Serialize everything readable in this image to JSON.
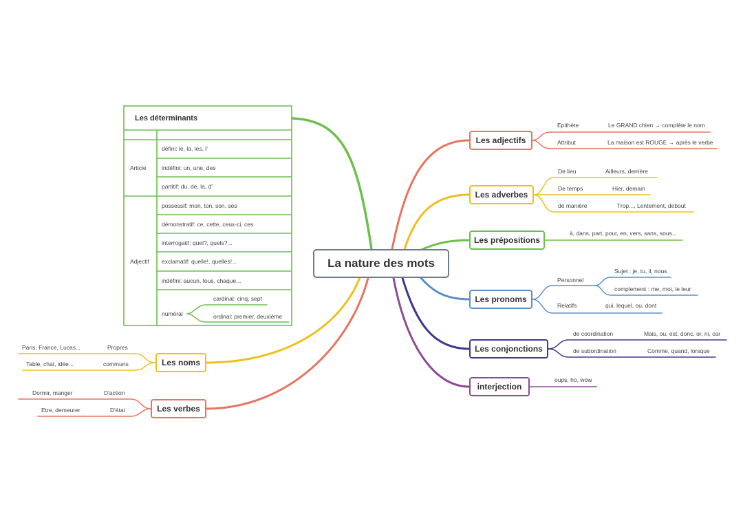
{
  "central": "La nature des mots",
  "determinants": {
    "title": "Les déterminants",
    "article_label": "Article",
    "adjectif_label": "Adjectif",
    "article_rows": [
      "défini: le, la, les, l'",
      "indéfini: un, une, des",
      "partitif: du, de, la, d'"
    ],
    "adjectif_rows": [
      "possessif: mon, ton, son, ses",
      "démonstratif: ce, cette, ceux-ci, ces",
      "interrogatif: quel?, quels?...",
      "exclamatif: quelle!, quelles!...",
      "indéfini: aucun, tous, chaque..."
    ],
    "numeral_label": "numéral",
    "numeral_items": [
      "cardinal: cinq, sept",
      "ordinal: premier, deuxième"
    ]
  },
  "noms": {
    "label": "Les noms",
    "items": [
      {
        "type": "Propres",
        "examples": "Paris, France, Lucas..."
      },
      {
        "type": "communs",
        "examples": "Table, chat, idée..."
      }
    ]
  },
  "verbes": {
    "label": "Les verbes",
    "items": [
      {
        "type": "D'action",
        "examples": "Dormir, manger"
      },
      {
        "type": "D'état",
        "examples": "Etre, demeurer"
      }
    ]
  },
  "adjectifs": {
    "label": "Les adjectifs",
    "items": [
      {
        "type": "Epithète",
        "example": "Le GRAND chien → complète le nom"
      },
      {
        "type": "Attribut",
        "example": "La maison est ROUGE → après le verbe"
      }
    ]
  },
  "adverbes": {
    "label": "Les adverbes",
    "items": [
      {
        "type": "De lieu",
        "examples": "Ailleurs, derrière"
      },
      {
        "type": "De temps",
        "examples": "Hier, demain"
      },
      {
        "type": "de manière",
        "examples": "Trop..., Lentement, debout"
      }
    ]
  },
  "prepositions": {
    "label": "Les prépositions",
    "examples": "à, dans, part, pour, en, vers, sans, sous..."
  },
  "pronoms": {
    "label": "Les pronoms",
    "personnel_label": "Personnel",
    "personnel_items": [
      "Sujet : je, tu, il, nous",
      "complement : me, moi, le leur"
    ],
    "relatifs_label": "Relatifs",
    "relatifs_examples": "qui, lequel, ou, dont"
  },
  "conjonctions": {
    "label": "Les conjonctions",
    "items": [
      {
        "type": "de coordination",
        "examples": "Mais, ou, est, donc, or, ni, car"
      },
      {
        "type": "de subordination",
        "examples": "Comme, quand, lorsque"
      }
    ]
  },
  "interjection": {
    "label": "interjection",
    "examples": "oups, ho, wow"
  },
  "colors": {
    "green": "#6cc04a",
    "red": "#e8735f",
    "yellow": "#f0bf1c",
    "blue": "#5b8fc9",
    "navy": "#3b3a8c",
    "purple": "#8c4a94",
    "central_border": "#6e7b8b"
  }
}
